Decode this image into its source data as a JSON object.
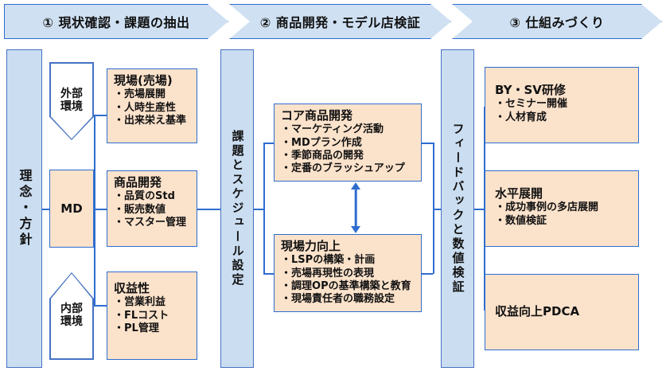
{
  "header": {
    "phases": [
      {
        "id": "phase-1",
        "label": "① 現状確認・課題の抽出"
      },
      {
        "id": "phase-2",
        "label": "② 商品開発・モデル店検証"
      },
      {
        "id": "phase-3",
        "label": "③ 仕組みづくり"
      }
    ]
  },
  "pillars": {
    "policy": "理念・方針",
    "schedule": "課題とスケジュール設定",
    "feedback": "フィードバックと数値検証"
  },
  "env": {
    "external": "外部\n環境",
    "external_line1": "外部",
    "external_line2": "環境",
    "internal_line1": "内部",
    "internal_line2": "環境",
    "md": "MD"
  },
  "column_left": [
    {
      "id": "genba-uriba",
      "title": "現場(売場)",
      "bullets": [
        "売場展開",
        "人時生産性",
        "出来栄え基準"
      ]
    },
    {
      "id": "shouhin-kaihatsu",
      "title": "商品開発",
      "bullets": [
        "品質のStd",
        "販売数値",
        "マスター管理"
      ]
    },
    {
      "id": "shuuekisei",
      "title": "収益性",
      "bullets": [
        "営業利益",
        "FLコスト",
        "PL管理"
      ]
    }
  ],
  "column_center": [
    {
      "id": "core-shouhin-kaihatsu",
      "title": "コア商品開発",
      "bullets": [
        "マーケティング活動",
        "MDプラン作成",
        "季節商品の開発",
        "定番のブラッシュアップ"
      ]
    },
    {
      "id": "genbaryoku-koujou",
      "title": "現場力向上",
      "bullets": [
        "LSPの構築・計画",
        "売場再現性の表現",
        "調理OPの基準構築と教育",
        "現場責任者の職務設定"
      ]
    }
  ],
  "column_right": [
    {
      "id": "by-sv-kenshu",
      "title": "BY・SV研修",
      "bullets": [
        "セミナー開催",
        "人材育成"
      ]
    },
    {
      "id": "suihei-tenkai",
      "title": "水平展開",
      "bullets": [
        "成功事例の多店展開",
        "数値検証"
      ]
    },
    {
      "id": "shueki-koujou-pdca",
      "title": "収益向上PDCA",
      "bullets": []
    }
  ],
  "colors": {
    "chevron_fill": "#cfe0f2",
    "pillar_fill": "#cbddf0",
    "box_fill": "#fbe2cb",
    "border_blue": "#2e6dd0",
    "pillar_border": "#4472c4"
  }
}
